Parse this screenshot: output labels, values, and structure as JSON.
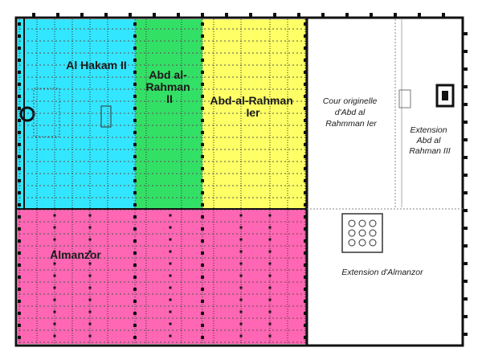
{
  "zones": [
    {
      "id": "al-hakam",
      "lines": [
        "Al Hakam II"
      ],
      "color": "#33e6ff"
    },
    {
      "id": "abd-rahman-2",
      "lines": [
        "Abd al-",
        "Rahman",
        "II"
      ],
      "color": "#33e066"
    },
    {
      "id": "abd-rahman-1",
      "lines": [
        "Abd-al-Rahman",
        "Ier"
      ],
      "color": "#ffff66"
    },
    {
      "id": "almanzor",
      "lines": [
        "Almanzor"
      ],
      "color": "#ff66b3"
    }
  ],
  "annotations": [
    {
      "id": "cour",
      "lines": [
        "Cour originelle",
        "d'Abd al",
        "Rahmman Ier"
      ]
    },
    {
      "id": "ext-abd3",
      "lines": [
        "Extension",
        "Abd al",
        "Rahman III"
      ]
    },
    {
      "id": "ext-almanzor",
      "lines": [
        "Extension d'Almanzor"
      ]
    }
  ]
}
